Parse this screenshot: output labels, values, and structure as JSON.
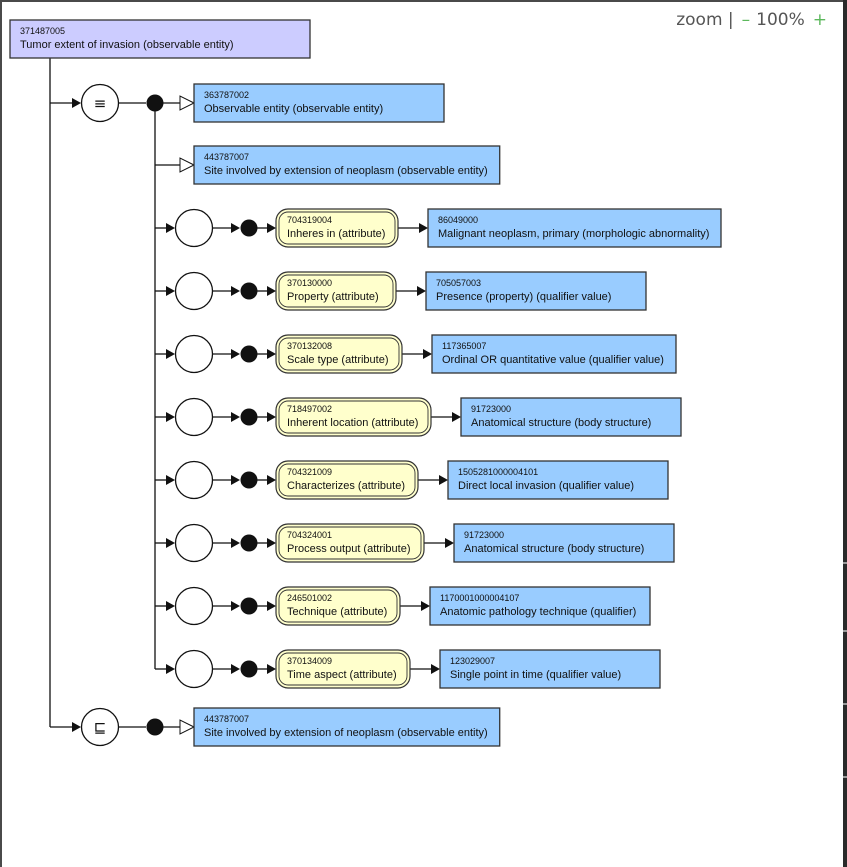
{
  "zoom": {
    "label": "zoom |",
    "minus": "–",
    "value": "100%",
    "plus": "+"
  },
  "focus": {
    "sctid": "371487005",
    "term": "Tumor extent of invasion (observable entity)"
  },
  "groups": [
    {
      "operator": "≡",
      "parents": [
        {
          "sctid": "363787002",
          "term": "Observable entity (observable entity)"
        },
        {
          "sctid": "443787007",
          "term": "Site involved by extension of neoplasm (observable entity)"
        }
      ],
      "relationships": [
        {
          "attr_sctid": "704319004",
          "attr_term": "Inheres in (attribute)",
          "value_sctid": "86049000",
          "value_term": "Malignant neoplasm, primary (morphologic abnormality)"
        },
        {
          "attr_sctid": "370130000",
          "attr_term": "Property (attribute)",
          "value_sctid": "705057003",
          "value_term": "Presence (property) (qualifier value)"
        },
        {
          "attr_sctid": "370132008",
          "attr_term": "Scale type (attribute)",
          "value_sctid": "117365007",
          "value_term": "Ordinal OR quantitative value (qualifier value)"
        },
        {
          "attr_sctid": "718497002",
          "attr_term": "Inherent location (attribute)",
          "value_sctid": "91723000",
          "value_term": "Anatomical structure (body structure)"
        },
        {
          "attr_sctid": "704321009",
          "attr_term": "Characterizes (attribute)",
          "value_sctid": "1505281000004101",
          "value_term": "Direct local invasion (qualifier value)"
        },
        {
          "attr_sctid": "704324001",
          "attr_term": "Process output (attribute)",
          "value_sctid": "91723000",
          "value_term": "Anatomical structure (body structure)"
        },
        {
          "attr_sctid": "246501002",
          "attr_term": "Technique (attribute)",
          "value_sctid": "1170001000004107",
          "value_term": "Anatomic pathology technique (qualifier)"
        },
        {
          "attr_sctid": "370134009",
          "attr_term": "Time aspect (attribute)",
          "value_sctid": "123029007",
          "value_term": "Single point in time (qualifier value)"
        }
      ]
    },
    {
      "operator": "⊑",
      "parents": [
        {
          "sctid": "443787007",
          "term": "Site involved by extension of neoplasm (observable entity)"
        }
      ],
      "relationships": []
    }
  ]
}
